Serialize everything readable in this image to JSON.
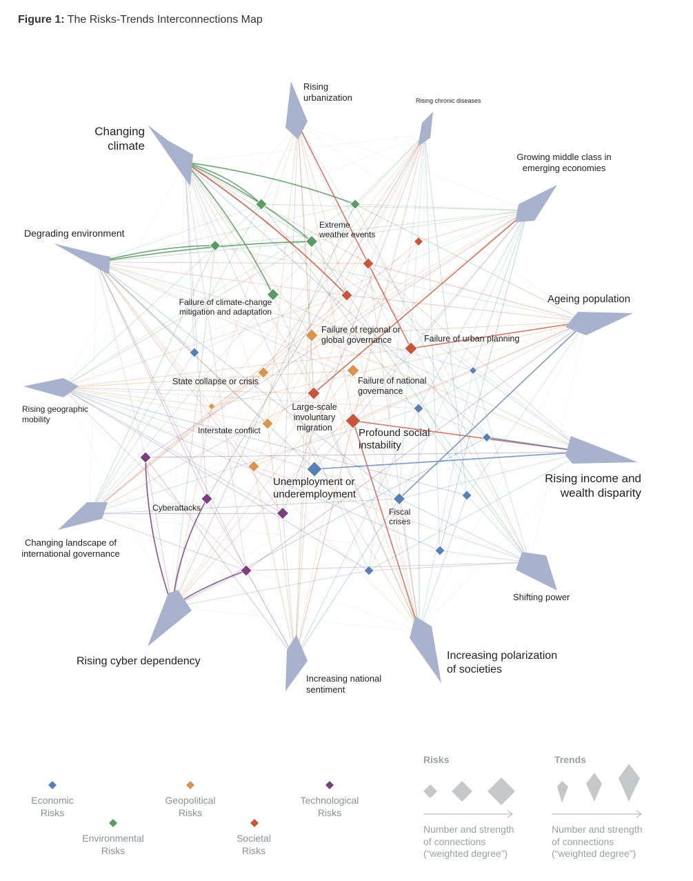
{
  "figure": {
    "label": "Figure 1:",
    "title": "The Risks-Trends Interconnections Map"
  },
  "colors": {
    "economic": "#5a7fb5",
    "environmental": "#5a9a65",
    "geopolitical": "#d9944f",
    "societal": "#c8553d",
    "technological": "#7b3f7e",
    "trend": "#a9b2cc"
  },
  "trends": [
    {
      "id": "urbanization",
      "label": "Rising\nurbanization"
    },
    {
      "id": "chronic",
      "label": "Rising chronic diseases"
    },
    {
      "id": "middleclass",
      "label": "Growing middle class in\nemerging economies"
    },
    {
      "id": "ageing",
      "label": "Ageing population"
    },
    {
      "id": "income",
      "label": "Rising income and\nwealth disparity"
    },
    {
      "id": "shifting",
      "label": "Shifting power"
    },
    {
      "id": "polarization",
      "label": "Increasing polarization\nof societies"
    },
    {
      "id": "national",
      "label": "Increasing national\nsentiment"
    },
    {
      "id": "cyberdep",
      "label": "Rising cyber dependency"
    },
    {
      "id": "landscape",
      "label": "Changing landscape of\ninternational governance"
    },
    {
      "id": "mobility",
      "label": "Rising geographic\nmobility"
    },
    {
      "id": "degrading",
      "label": "Degrading environment"
    },
    {
      "id": "climate",
      "label": "Changing\nclimate"
    }
  ],
  "risks": [
    {
      "id": "extreme_weather",
      "label": "Extreme\nweather events",
      "category": "environmental",
      "weight": 3
    },
    {
      "id": "climate_failure",
      "label": "Failure of climate-change\nmitigation and adaptation",
      "category": "environmental",
      "weight": 3
    },
    {
      "id": "regional_gov",
      "label": "Failure of regional or\nglobal governance",
      "category": "geopolitical",
      "weight": 3
    },
    {
      "id": "urban_planning",
      "label": "Failure of urban planning",
      "category": "societal",
      "weight": 3
    },
    {
      "id": "national_gov",
      "label": "Failure of national\ngovernance",
      "category": "geopolitical",
      "weight": 3
    },
    {
      "id": "state_collapse",
      "label": "State collapse or crisis",
      "category": "geopolitical",
      "weight": 3
    },
    {
      "id": "migration",
      "label": "Large-scale\ninvoluntary\nmigration",
      "category": "societal",
      "weight": 3
    },
    {
      "id": "interstate",
      "label": "Interstate conflict",
      "category": "geopolitical",
      "weight": 3
    },
    {
      "id": "social_instability",
      "label": "Profound social\ninstability",
      "category": "societal",
      "weight": 4
    },
    {
      "id": "unemployment",
      "label": "Unemployment or\nunderemployment",
      "category": "economic",
      "weight": 4
    },
    {
      "id": "cyberattacks",
      "label": "Cyberattacks",
      "category": "technological",
      "weight": 3
    },
    {
      "id": "fiscal",
      "label": "Fiscal\ncrises",
      "category": "economic",
      "weight": 3
    }
  ],
  "legend": {
    "categories": [
      {
        "id": "economic",
        "label": "Economic\nRisks"
      },
      {
        "id": "environmental",
        "label": "Environmental\nRisks"
      },
      {
        "id": "geopolitical",
        "label": "Geopolitical\nRisks"
      },
      {
        "id": "societal",
        "label": "Societal\nRisks"
      },
      {
        "id": "technological",
        "label": "Technological\nRisks"
      }
    ],
    "risks_heading": "Risks",
    "trends_heading": "Trends",
    "size_note": "Number and strength\nof connections\n(“weighted degree”)"
  }
}
